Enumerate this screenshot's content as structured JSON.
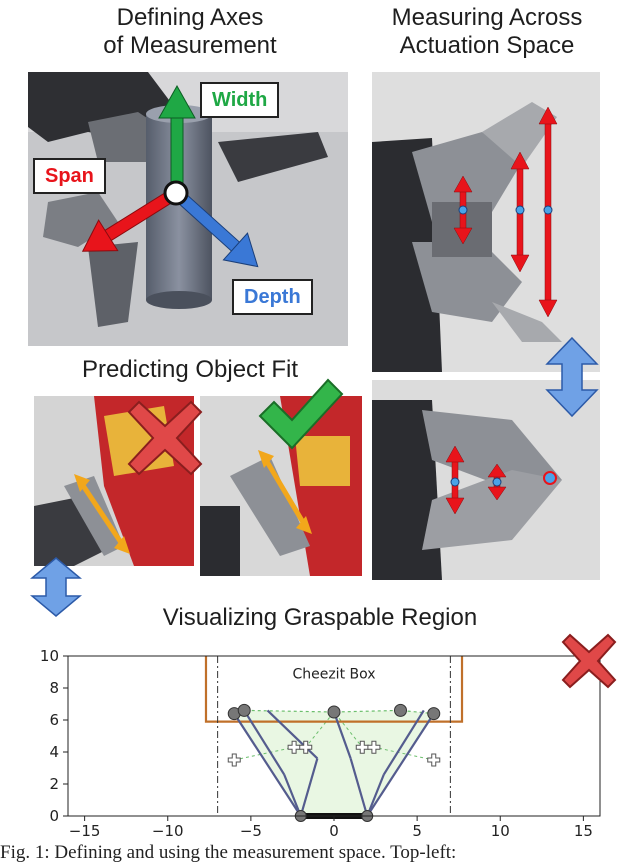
{
  "headings": {
    "axes_line1": "Defining Axes",
    "axes_line2": "of Measurement",
    "actuation_line1": "Measuring Across",
    "actuation_line2": "Actuation Space",
    "object_fit": "Predicting Object Fit",
    "graspable": "Visualizing Graspable Region"
  },
  "axis_labels": {
    "width": "Width",
    "span": "Span",
    "depth": "Depth"
  },
  "colors": {
    "width": "#1fa845",
    "span": "#e8141b",
    "depth": "#3a78d6",
    "measure_arrow": "#e8141b",
    "fit_arrow": "#f2a71b",
    "cross": "#e04848",
    "check": "#33b54a",
    "swap_arrow": "#6fa1e6",
    "box": "#c0702a"
  },
  "icons": [
    "cross-icon",
    "check-icon",
    "vertical-double-arrow-icon"
  ],
  "chart_data": {
    "type": "line",
    "title": "Visualizing Graspable Region",
    "xlim": [
      -16,
      16
    ],
    "ylim": [
      0,
      10
    ],
    "xticks": [
      -15,
      -10,
      -5,
      0,
      5,
      10,
      15
    ],
    "yticks": [
      0,
      2,
      4,
      6,
      8,
      10
    ],
    "box_label": "Cheezit Box",
    "box": {
      "x_left": -7.7,
      "x_right": 7.7,
      "y_bottom": 5.9,
      "y_top": 10
    },
    "box_inner_lines_x": [
      -7,
      7
    ],
    "finger_links": [
      {
        "from": [
          -2,
          0
        ],
        "to": [
          -6,
          6.4
        ]
      },
      {
        "from": [
          -2,
          0
        ],
        "to": [
          -3,
          2.6
        ]
      },
      {
        "from": [
          -2,
          0
        ],
        "to": [
          -1,
          3.6
        ]
      },
      {
        "from": [
          -3,
          2.6
        ],
        "to": [
          -5.4,
          6.6
        ]
      },
      {
        "from": [
          -1,
          3.6
        ],
        "to": [
          -4,
          6.6
        ]
      },
      {
        "from": [
          2,
          0
        ],
        "to": [
          6,
          6.4
        ]
      },
      {
        "from": [
          2,
          0
        ],
        "to": [
          3,
          2.6
        ]
      },
      {
        "from": [
          2,
          0
        ],
        "to": [
          1,
          3.6
        ]
      },
      {
        "from": [
          3,
          2.6
        ],
        "to": [
          5.4,
          6.6
        ]
      },
      {
        "from": [
          1,
          3.6
        ],
        "to": [
          0,
          6.5
        ]
      }
    ],
    "fingertips": [
      [
        -6,
        6.4
      ],
      [
        -5.4,
        6.6
      ],
      [
        0,
        6.5
      ],
      [
        4,
        6.6
      ],
      [
        6,
        6.4
      ]
    ],
    "joints": [
      [
        -6,
        3.5
      ],
      [
        -2.4,
        4.3
      ],
      [
        -1.7,
        4.3
      ],
      [
        1.7,
        4.3
      ],
      [
        2.4,
        4.3
      ],
      [
        6,
        3.5
      ]
    ],
    "palm": {
      "x_left": -2,
      "x_right": 2,
      "y": 0
    }
  },
  "caption": "Fig. 1: Defining and using the measurement space. Top-left:"
}
